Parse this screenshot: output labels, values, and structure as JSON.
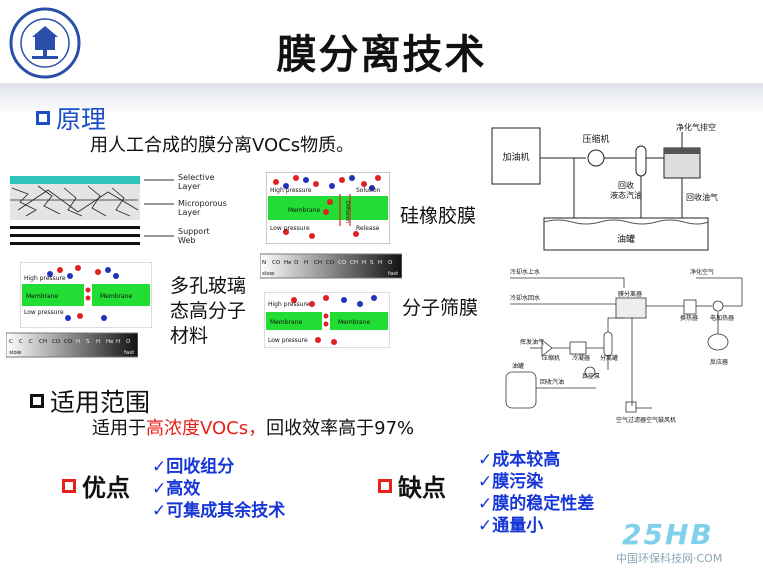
{
  "slide": {
    "title": "膜分离技术",
    "principle": {
      "heading": "原理",
      "text": "用人工合成的膜分离VOCs物质。"
    },
    "membranes": {
      "silicone": "硅橡胶膜",
      "porous_glass_lines": [
        "多孔玻璃",
        "态高分子",
        "材料"
      ],
      "sieve": "分子筛膜",
      "layer_labels": [
        "Selective",
        "Layer",
        "Microporous",
        "Layer",
        "Support",
        "Web"
      ],
      "diagram_labels": {
        "high_pressure": "High pressure",
        "low_pressure": "Low pressure",
        "membrane": "Membrane",
        "solution": "Solution",
        "diffusion": "Diffusion",
        "release": "Release"
      },
      "scale_top": [
        "N",
        "CO",
        "He",
        "O",
        "H",
        "CH",
        "CO",
        "CO",
        "CH",
        "H",
        "S",
        "H",
        "O"
      ],
      "scale_bottom": [
        "C",
        "C",
        "C",
        "CH",
        "CO",
        "CO",
        "H",
        "S",
        "H",
        "He",
        "H",
        "O"
      ],
      "scale_ends": {
        "slow": "slow",
        "fast": "fast"
      }
    },
    "scope": {
      "heading": "适用范围",
      "prefix": "适用于",
      "highlight": "高浓度VOCs，",
      "suffix": "回收效率高于97%"
    },
    "advantages": {
      "label": "优点",
      "items": [
        "✓回收组分",
        "✓高效",
        "✓可集成其余技术"
      ]
    },
    "disadvantages": {
      "label": "缺点",
      "items": [
        "✓成本较高",
        "✓膜污染",
        "✓膜的稳定性差",
        "✓通量小"
      ]
    },
    "process_top": {
      "refuel": "加油机",
      "compressor": "压缩机",
      "clean_gas": "净化气排空",
      "recover_label_1": "回收",
      "recover_label_2": "液态汽油",
      "recover_gas": "回收油气",
      "tank": "油罐"
    },
    "process_bottom": {
      "cold_water_in": "冷却水上水",
      "cold_water_out": "冷却水回水",
      "membrane_unit": "膜分离器",
      "clean_air": "净化空气",
      "vapor_in": "挥发油气",
      "compressor": "压缩机",
      "cooler": "冷凝器",
      "separator": "分离罐",
      "heat_exchanger": "换热器",
      "heater": "电加热器",
      "reactor": "反应器",
      "oil_tank": "油罐",
      "recover_line": "回收汽油",
      "vacuum_pump": "真空泵",
      "filter": "空气过滤器",
      "blower": "空气鼓风机"
    },
    "watermark": {
      "brand": "25HB",
      "site": "中国环保科技网·COM"
    },
    "colors": {
      "blue_text": "#1736d8",
      "red_text": "#e8221b",
      "membrane_green": "#22dd33",
      "logo_blue": "#2a4fa8"
    }
  }
}
